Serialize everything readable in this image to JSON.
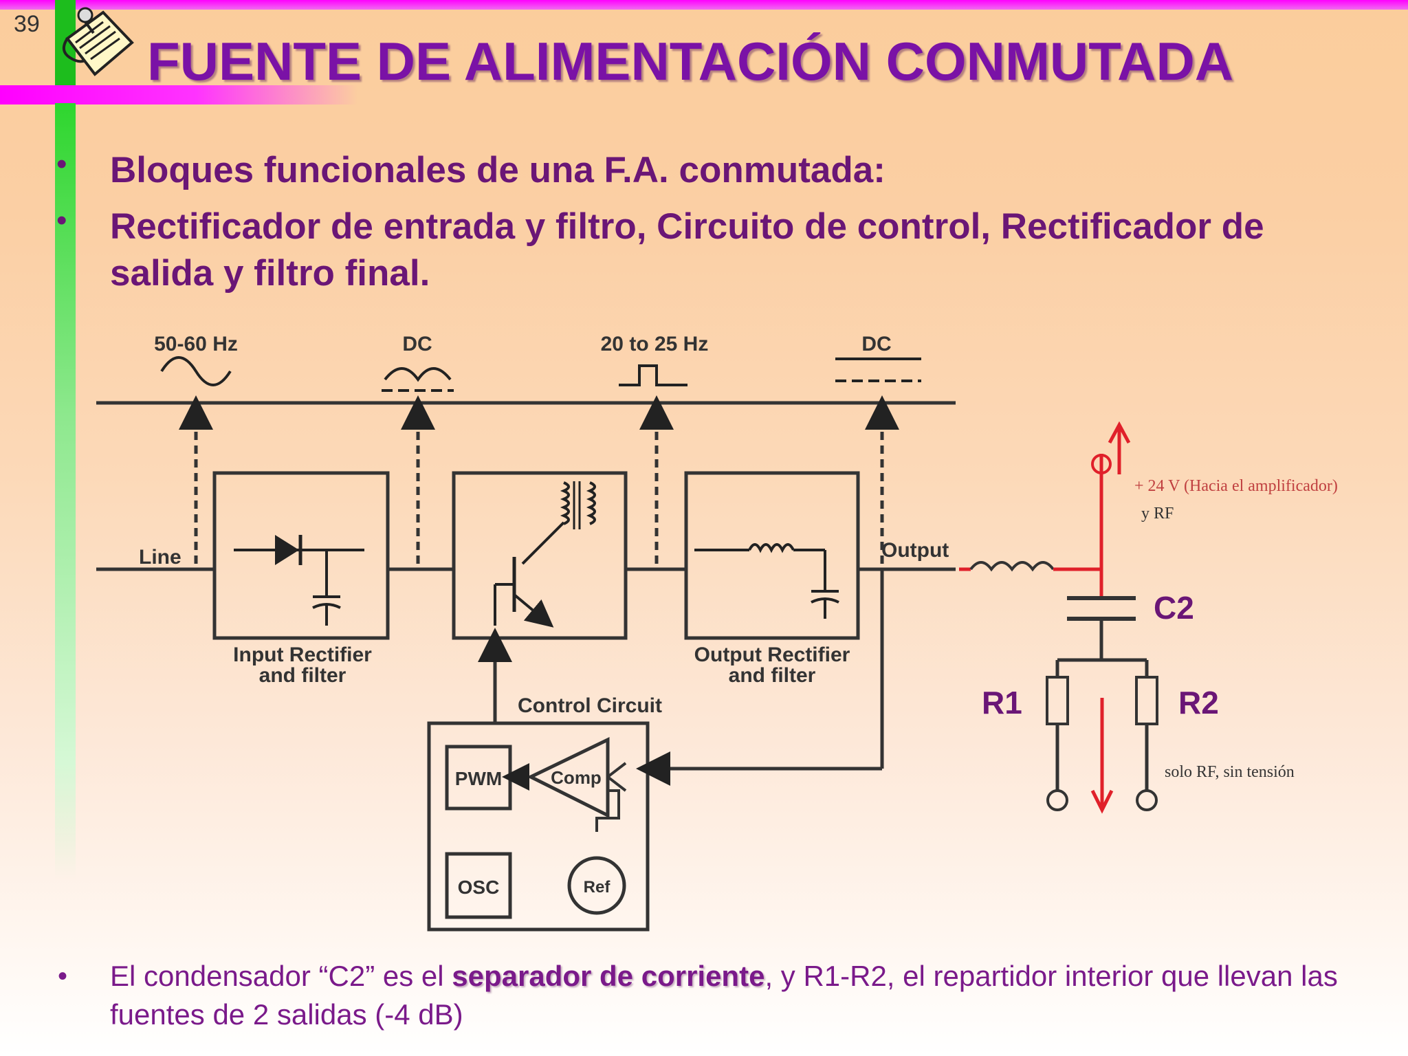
{
  "slide": {
    "number": "39",
    "title": "FUENTE DE ALIMENTACIÓN CONMUTADA"
  },
  "bullets": [
    "Bloques funcionales de una F.A. conmutada:",
    "Rectificador de entrada y filtro, Circuito de control, Rectificador de salida y filtro final."
  ],
  "bullet_symbol": "•",
  "diagram": {
    "signals": [
      "50-60 Hz",
      "DC",
      "20 to 25 Hz",
      "DC"
    ],
    "line_label": "Line",
    "output_label": "Output",
    "input_block": [
      "Input Rectifier",
      "and filter"
    ],
    "output_block": [
      "Output Rectifier",
      "and filter"
    ],
    "control_label": "Control Circuit",
    "pwm": "PWM",
    "comp": "Comp",
    "osc": "OSC",
    "ref": "Ref",
    "c2": "C2",
    "r1": "R1",
    "r2": "R2",
    "v24": "+ 24 V (Hacia el amplificador)",
    "rf": "y RF",
    "solo_rf": "solo RF, sin tensión"
  },
  "bottom": {
    "pre": "El condensador “C2” es el ",
    "bold": "separador de corriente",
    "post": ", y R1-R2, el repartidor interior que llevan las fuentes de 2 salidas (-4 dB)"
  },
  "colors": {
    "title": "#7a12a6",
    "text": "#6a1676",
    "red_wire": "#e0202a"
  }
}
